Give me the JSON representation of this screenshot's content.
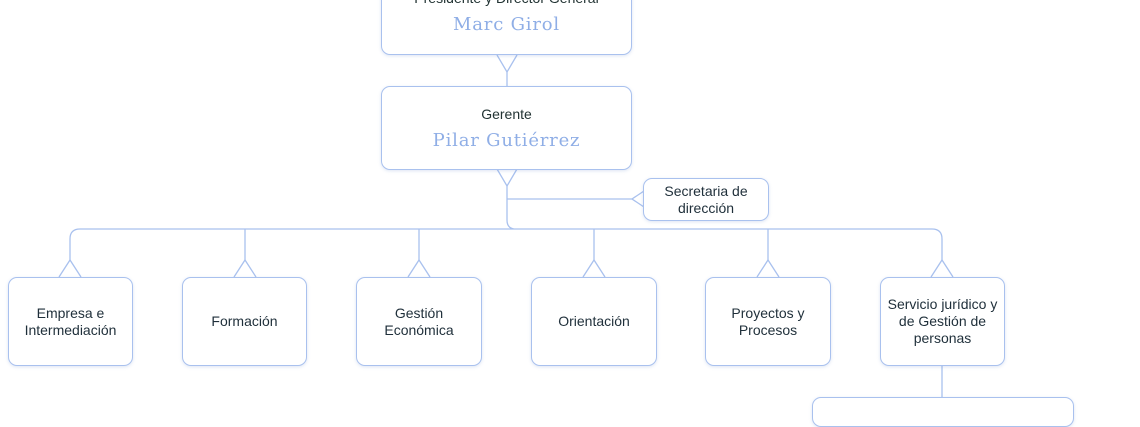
{
  "top": {
    "role": "Presidente y Director General",
    "name": "Marc Girol"
  },
  "manager": {
    "role": "Gerente",
    "name": "Pilar Gutiérrez"
  },
  "secretary": {
    "label": "Secretaria de dirección"
  },
  "units": [
    {
      "id": "empresa",
      "label": "Empresa e Intermediación"
    },
    {
      "id": "formacion",
      "label": "Formación"
    },
    {
      "id": "gestion",
      "label": "Gestión Económica"
    },
    {
      "id": "orientacion",
      "label": "Orientación"
    },
    {
      "id": "proyectos",
      "label": "Proyectos y Procesos"
    },
    {
      "id": "juridico",
      "label": "Servicio jurídico y de Gestión de personas"
    }
  ],
  "colors": {
    "line": "#a9c1ee",
    "name_text": "#8faee6"
  }
}
